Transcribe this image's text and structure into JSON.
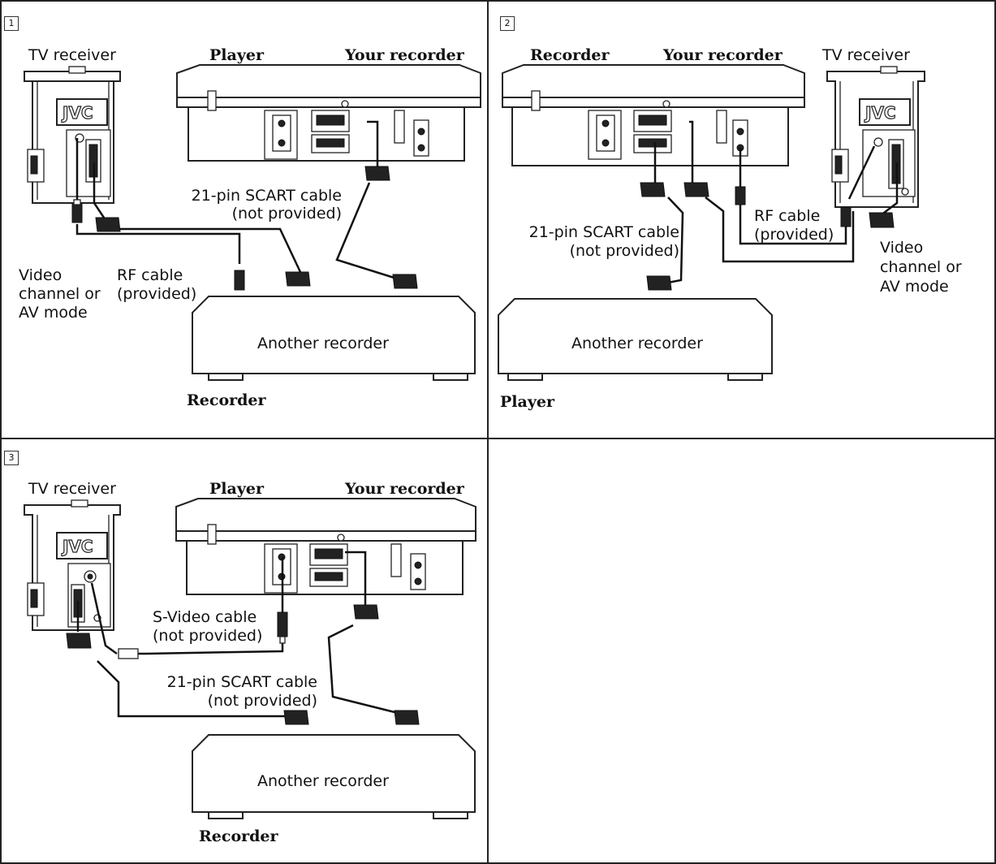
{
  "panels": [
    {
      "number": "1",
      "labels": {
        "tv": "TV receiver",
        "player": "Player",
        "your_recorder": "Your recorder",
        "scart_line1": "21-pin SCART cable",
        "scart_line2": "(not provided)",
        "video_line1": "Video",
        "video_line2": "channel or",
        "video_line3": "AV mode",
        "rf_line1": "RF cable",
        "rf_line2": "(provided)",
        "another": "Another recorder",
        "bottom_role": "Recorder"
      }
    },
    {
      "number": "2",
      "labels": {
        "recorder": "Recorder",
        "your_recorder": "Your recorder",
        "tv": "TV receiver",
        "rf_line1": "RF cable",
        "rf_line2": "(provided)",
        "scart_line1": "21-pin SCART cable",
        "scart_line2": "(not provided)",
        "video_line1": "Video",
        "video_line2": "channel or",
        "video_line3": "AV mode",
        "another": "Another recorder",
        "bottom_role": "Player"
      }
    },
    {
      "number": "3",
      "labels": {
        "tv": "TV receiver",
        "player": "Player",
        "your_recorder": "Your recorder",
        "svideo_line1": "S-Video cable",
        "svideo_line2": "(not provided)",
        "scart_line1": "21-pin SCART cable",
        "scart_line2": "(not provided)",
        "another": "Another recorder",
        "bottom_role": "Recorder"
      }
    }
  ],
  "brand_logo": "JVC",
  "colors": {
    "line": "#222222",
    "background": "#ffffff"
  }
}
